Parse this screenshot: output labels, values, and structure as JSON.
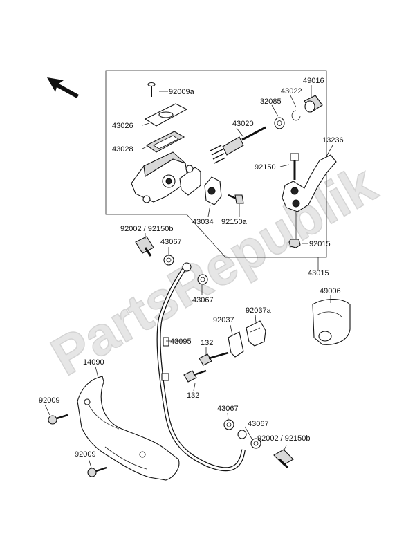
{
  "watermark": "PartsRepublik",
  "labels": {
    "p92009a": "92009a",
    "p49016": "49016",
    "p43022": "43022",
    "p32085": "32085",
    "p43026": "43026",
    "p43020": "43020",
    "p13236": "13236",
    "p43028": "43028",
    "p92150": "92150",
    "p43034": "43034",
    "p92150a": "92150a",
    "p92015": "92015",
    "p92002_92150b_top": "92002 / 92150b",
    "p43067_a": "43067",
    "p43067_b": "43067",
    "p43015": "43015",
    "p49006": "49006",
    "p92037": "92037",
    "p92037a": "92037a",
    "p43095": "43095",
    "p132_a": "132",
    "p132_b": "132",
    "p14090": "14090",
    "p92009_a": "92009",
    "p92009_b": "92009",
    "p43067_c": "43067",
    "p43067_d": "43067",
    "p92002_92150b_bottom": "92002 / 92150b"
  }
}
